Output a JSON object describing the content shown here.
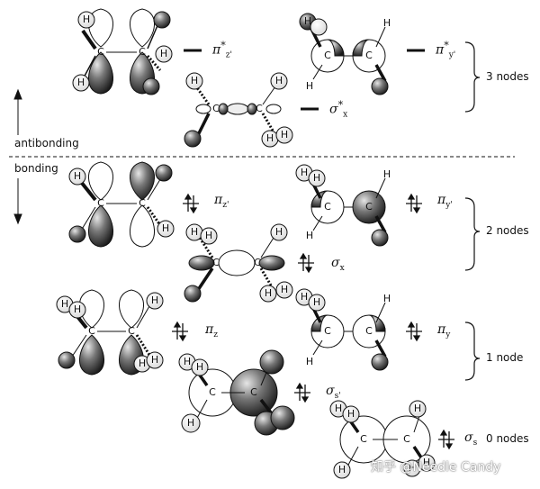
{
  "labels": {
    "antibonding": "antibonding",
    "bonding": "bonding",
    "nodes3": "3 nodes",
    "nodes2": "2 nodes",
    "nodes1": "1 node",
    "nodes0": "0 nodes"
  },
  "orbitals": {
    "pi_z_star": {
      "sym": "π",
      "star": "*",
      "sub": "z'"
    },
    "pi_y_star": {
      "sym": "π",
      "star": "*",
      "sub": "y'"
    },
    "sigma_x_star": {
      "sym": "σ",
      "star": "*",
      "sub": "x"
    },
    "pi_z_prime": {
      "sym": "π",
      "sub": "z'"
    },
    "pi_y_prime": {
      "sym": "π",
      "sub": "y'"
    },
    "sigma_x": {
      "sym": "σ",
      "sub": "x"
    },
    "pi_z": {
      "sym": "π",
      "sub": "z"
    },
    "pi_y": {
      "sym": "π",
      "sub": "y"
    },
    "sigma_s_prime": {
      "sym": "σ",
      "sub": "s'"
    },
    "sigma_s": {
      "sym": "σ",
      "sub": "s"
    }
  },
  "atoms": {
    "carbon": "C",
    "hydrogen": "H"
  },
  "watermark": "知乎 @Needle Candy"
}
